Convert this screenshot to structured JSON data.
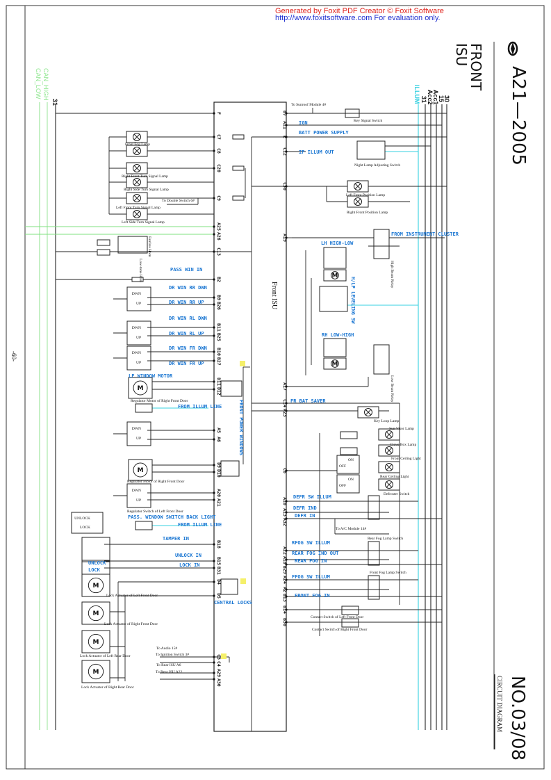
{
  "watermark": {
    "line1": "Generated by Foxit PDF Creator © Foxit Software",
    "line2": "http://www.foxitsoftware.com   For evaluation only."
  },
  "title_block": {
    "model": "A21—2005",
    "section": "FRONT",
    "subsection": "ISU",
    "sheet_no": "NO.03/08",
    "doc_type": "CIRCUIT DIAGRAM",
    "page": "-60-"
  },
  "module_label": "Front ISU",
  "buses_right": [
    "ILLUM",
    "31",
    "Acc2",
    "Acc1",
    "15",
    "30"
  ],
  "buses_left": [
    "CAN_HIGH",
    "CAN_LOW",
    "31"
  ],
  "colors": {
    "wire": "#222222",
    "illum": "#35d0e0",
    "can": "#7fe07f",
    "label": "#1a76d2",
    "fuse": "#e0261f",
    "marker": "#f5f06a"
  },
  "left_pins": [
    "F",
    "C7",
    "C8",
    "C20",
    "C9",
    "A25",
    "A26",
    "C13",
    "B2",
    "B9",
    "B26",
    "B11",
    "B25",
    "B10",
    "B27",
    "D11",
    "D12",
    "A5",
    "A6",
    "D9",
    "D10",
    "A20",
    "A21",
    "B18",
    "B15",
    "B31",
    "D4",
    "D5",
    "C3",
    "C4",
    "A29",
    "A30"
  ],
  "right_pins": [
    "B7",
    "A11",
    "E",
    "C12",
    "C30",
    "A19",
    "A17",
    "C14",
    "A23",
    "C6",
    "A10",
    "A13",
    "A32",
    "A22",
    "A18",
    "B29",
    "A24",
    "A2",
    "B13",
    "B14",
    "B30"
  ],
  "wire_labels": [
    "PASS WIN IN",
    "DR WIN RR DWN",
    "DR WIN RR UP",
    "DR WIN RL DWN",
    "DR WIN RL UP",
    "DR WIN FR DWN",
    "DR WIN FR UP",
    "LF WINDOW MOTOR",
    "FROM ILLUM LINE",
    "PASS. WINDOW SWITCH BACK LIGHT",
    "FROM ILLUM LINE",
    "TAMPER IN",
    "UNLOCK IN",
    "LOCK IN",
    "CENTRAL LOCKS",
    "FRONT POWER WINDOWS",
    "IGN",
    "BATT POWER SUPPLY",
    "IP ILLUM OUT",
    "FROM INSTRUMENT CLUSTER",
    "LH HIGH-LOW",
    "RH LOW-HIGH",
    "H/LP LEVELING SW",
    "FR BAT SAVER",
    "DEFR SW ILLUM",
    "DEFR IND",
    "DEFR IN",
    "RFOG SW ILLUM",
    "REAR FOG IND OUT",
    "REAR FOG IN",
    "FFOG SW ILLUM",
    "FRONT FOG IN"
  ],
  "component_labels": [
    "Front Fog Lamp",
    "Right Front Turn Signal Lamp",
    "Right Side Turn Signal Lamp",
    "To Double Switch 6#",
    "Left Front Turn Signal Lamp",
    "Left Side Turn Signal Lamp",
    "Fanfare Horn",
    "Low-tone Horn",
    "Regulator Motor of Right Front Door",
    "Regulator Motor of Right Front Door",
    "Regulator Switch of Left Front Door",
    "Lock Actuator of Left Front Door",
    "Lock Actuator of Right Front Door",
    "Lock Actuator of Left Rear Door",
    "Lock Actuator of Right Rear Door",
    "To Audio 15#",
    "To Ignition Switch 3#",
    "To Rear ISU A6",
    "To Rear ISU A22",
    "To Sunroof Module 4#",
    "Key Signal Switch",
    "Night Lamp Adjusting Switch",
    "Left Front Position Lamp",
    "Right Front Position Lamp",
    "High Beam Relay",
    "Low Beam Relay",
    "Key Loop Lamp",
    "Sun Visor Lamp",
    "Glove Box Lamp",
    "Front Ceiling Light",
    "Rear Ceiling Light",
    "Defroster Switch",
    "To A/C Module 14#",
    "Rear Fog Lamp Switch",
    "Front Fog Lamp Switch",
    "Contact Switch of Left Front Door",
    "Contact Switch of Right Front Door"
  ],
  "switch_terms": {
    "down": "DWN",
    "up": "UP",
    "unlock": "UNLOCK",
    "lock": "LOCK",
    "off": "OFF",
    "on": "ON"
  }
}
